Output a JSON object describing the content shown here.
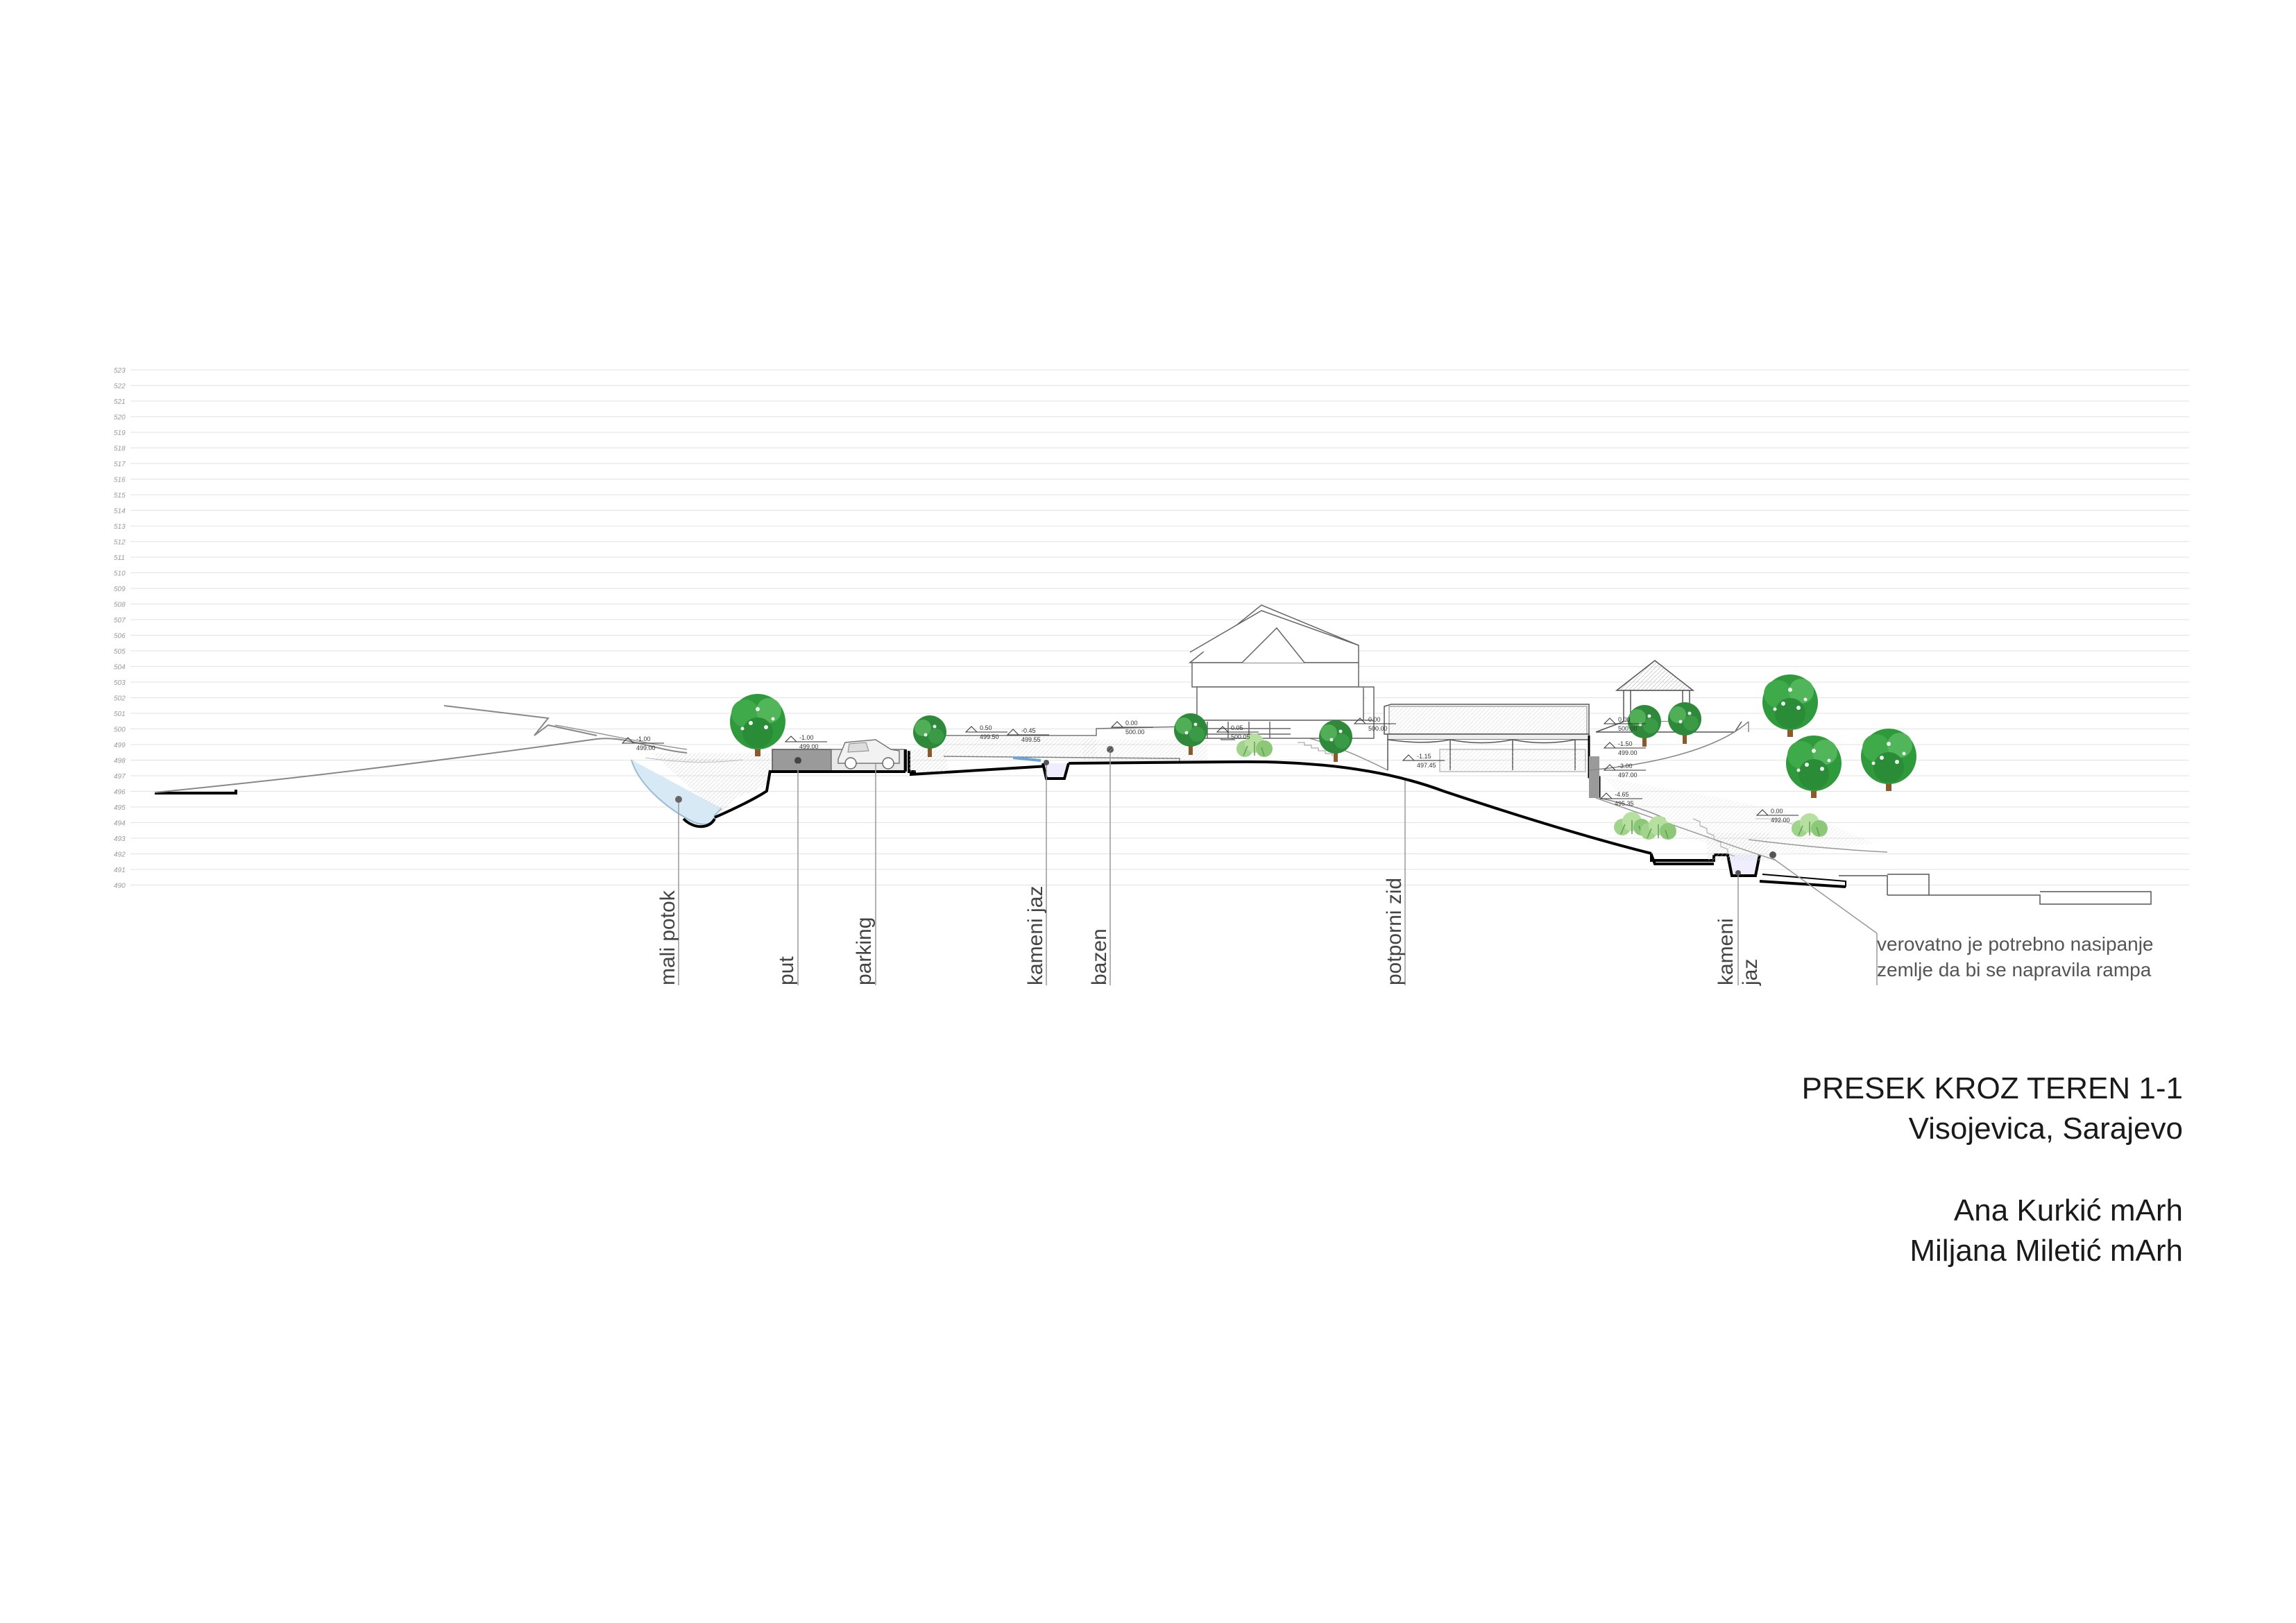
{
  "title": {
    "line1": "PRESEK KROZ TEREN 1-1",
    "line2": "Visojevica, Sarajevo",
    "author1": "Ana Kurkić mArh",
    "author2": "Miljana Miletić mArh"
  },
  "elevation_ticks": [
    "523",
    "522",
    "521",
    "520",
    "519",
    "518",
    "517",
    "516",
    "515",
    "514",
    "513",
    "512",
    "511",
    "510",
    "509",
    "508",
    "507",
    "506",
    "505",
    "504",
    "503",
    "502",
    "501",
    "500",
    "499",
    "498",
    "497",
    "496",
    "495",
    "494",
    "493",
    "492",
    "491",
    "490"
  ],
  "labels": {
    "mali_potok": "mali potok",
    "put": "put",
    "parking": "parking",
    "kameni_jaz": "kameni jaz",
    "bazen": "bazen",
    "potporni_zid": "potporni zid",
    "kameni_jaz_2a": "kameni",
    "kameni_jaz_2b": "jaz"
  },
  "note": {
    "line1": "verovatno je potrebno nasipanje",
    "line2": "zemlje da bi se napravila rampa"
  },
  "elevation_marks": [
    {
      "top": "-1.00",
      "bottom": "499.00"
    },
    {
      "top": "-1.00",
      "bottom": "499.00"
    },
    {
      "top": "0.50",
      "bottom": "499.50"
    },
    {
      "top": "-0.45",
      "bottom": "499.55"
    },
    {
      "top": "0.00",
      "bottom": "500.00"
    },
    {
      "top": "0.05",
      "bottom": "500.05"
    },
    {
      "top": "0.00",
      "bottom": "500.00"
    },
    {
      "top": "-1.15",
      "bottom": "497.45"
    },
    {
      "top": "0.00",
      "bottom": "500.00"
    },
    {
      "top": "-1.50",
      "bottom": "499.00"
    },
    {
      "top": "-3.00",
      "bottom": "497.00"
    },
    {
      "top": "-4.65",
      "bottom": "495.35"
    },
    {
      "top": "0.00",
      "bottom": "492.00"
    }
  ],
  "colors": {
    "tree_canopy": "#2e9a3c",
    "tree_canopy_light": "#6cc16a",
    "tree_trunk": "#8a5a2b",
    "shrub": "#9fd48a",
    "terrain_line": "#000000",
    "grid_line": "#e6e6e6"
  }
}
